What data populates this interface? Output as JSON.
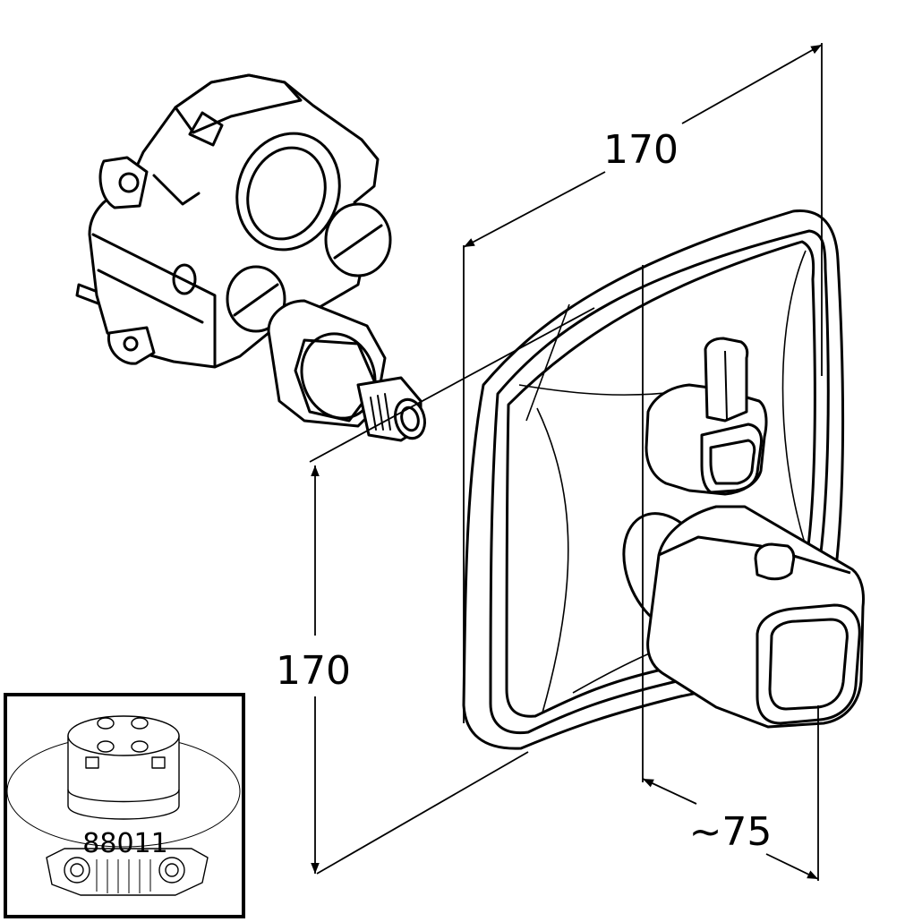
{
  "dimensions": {
    "width_label": "170",
    "height_label": "170",
    "depth_label": "~75"
  },
  "inset": {
    "part_number": "88011"
  },
  "colors": {
    "line": "#000000",
    "background": "#ffffff"
  }
}
